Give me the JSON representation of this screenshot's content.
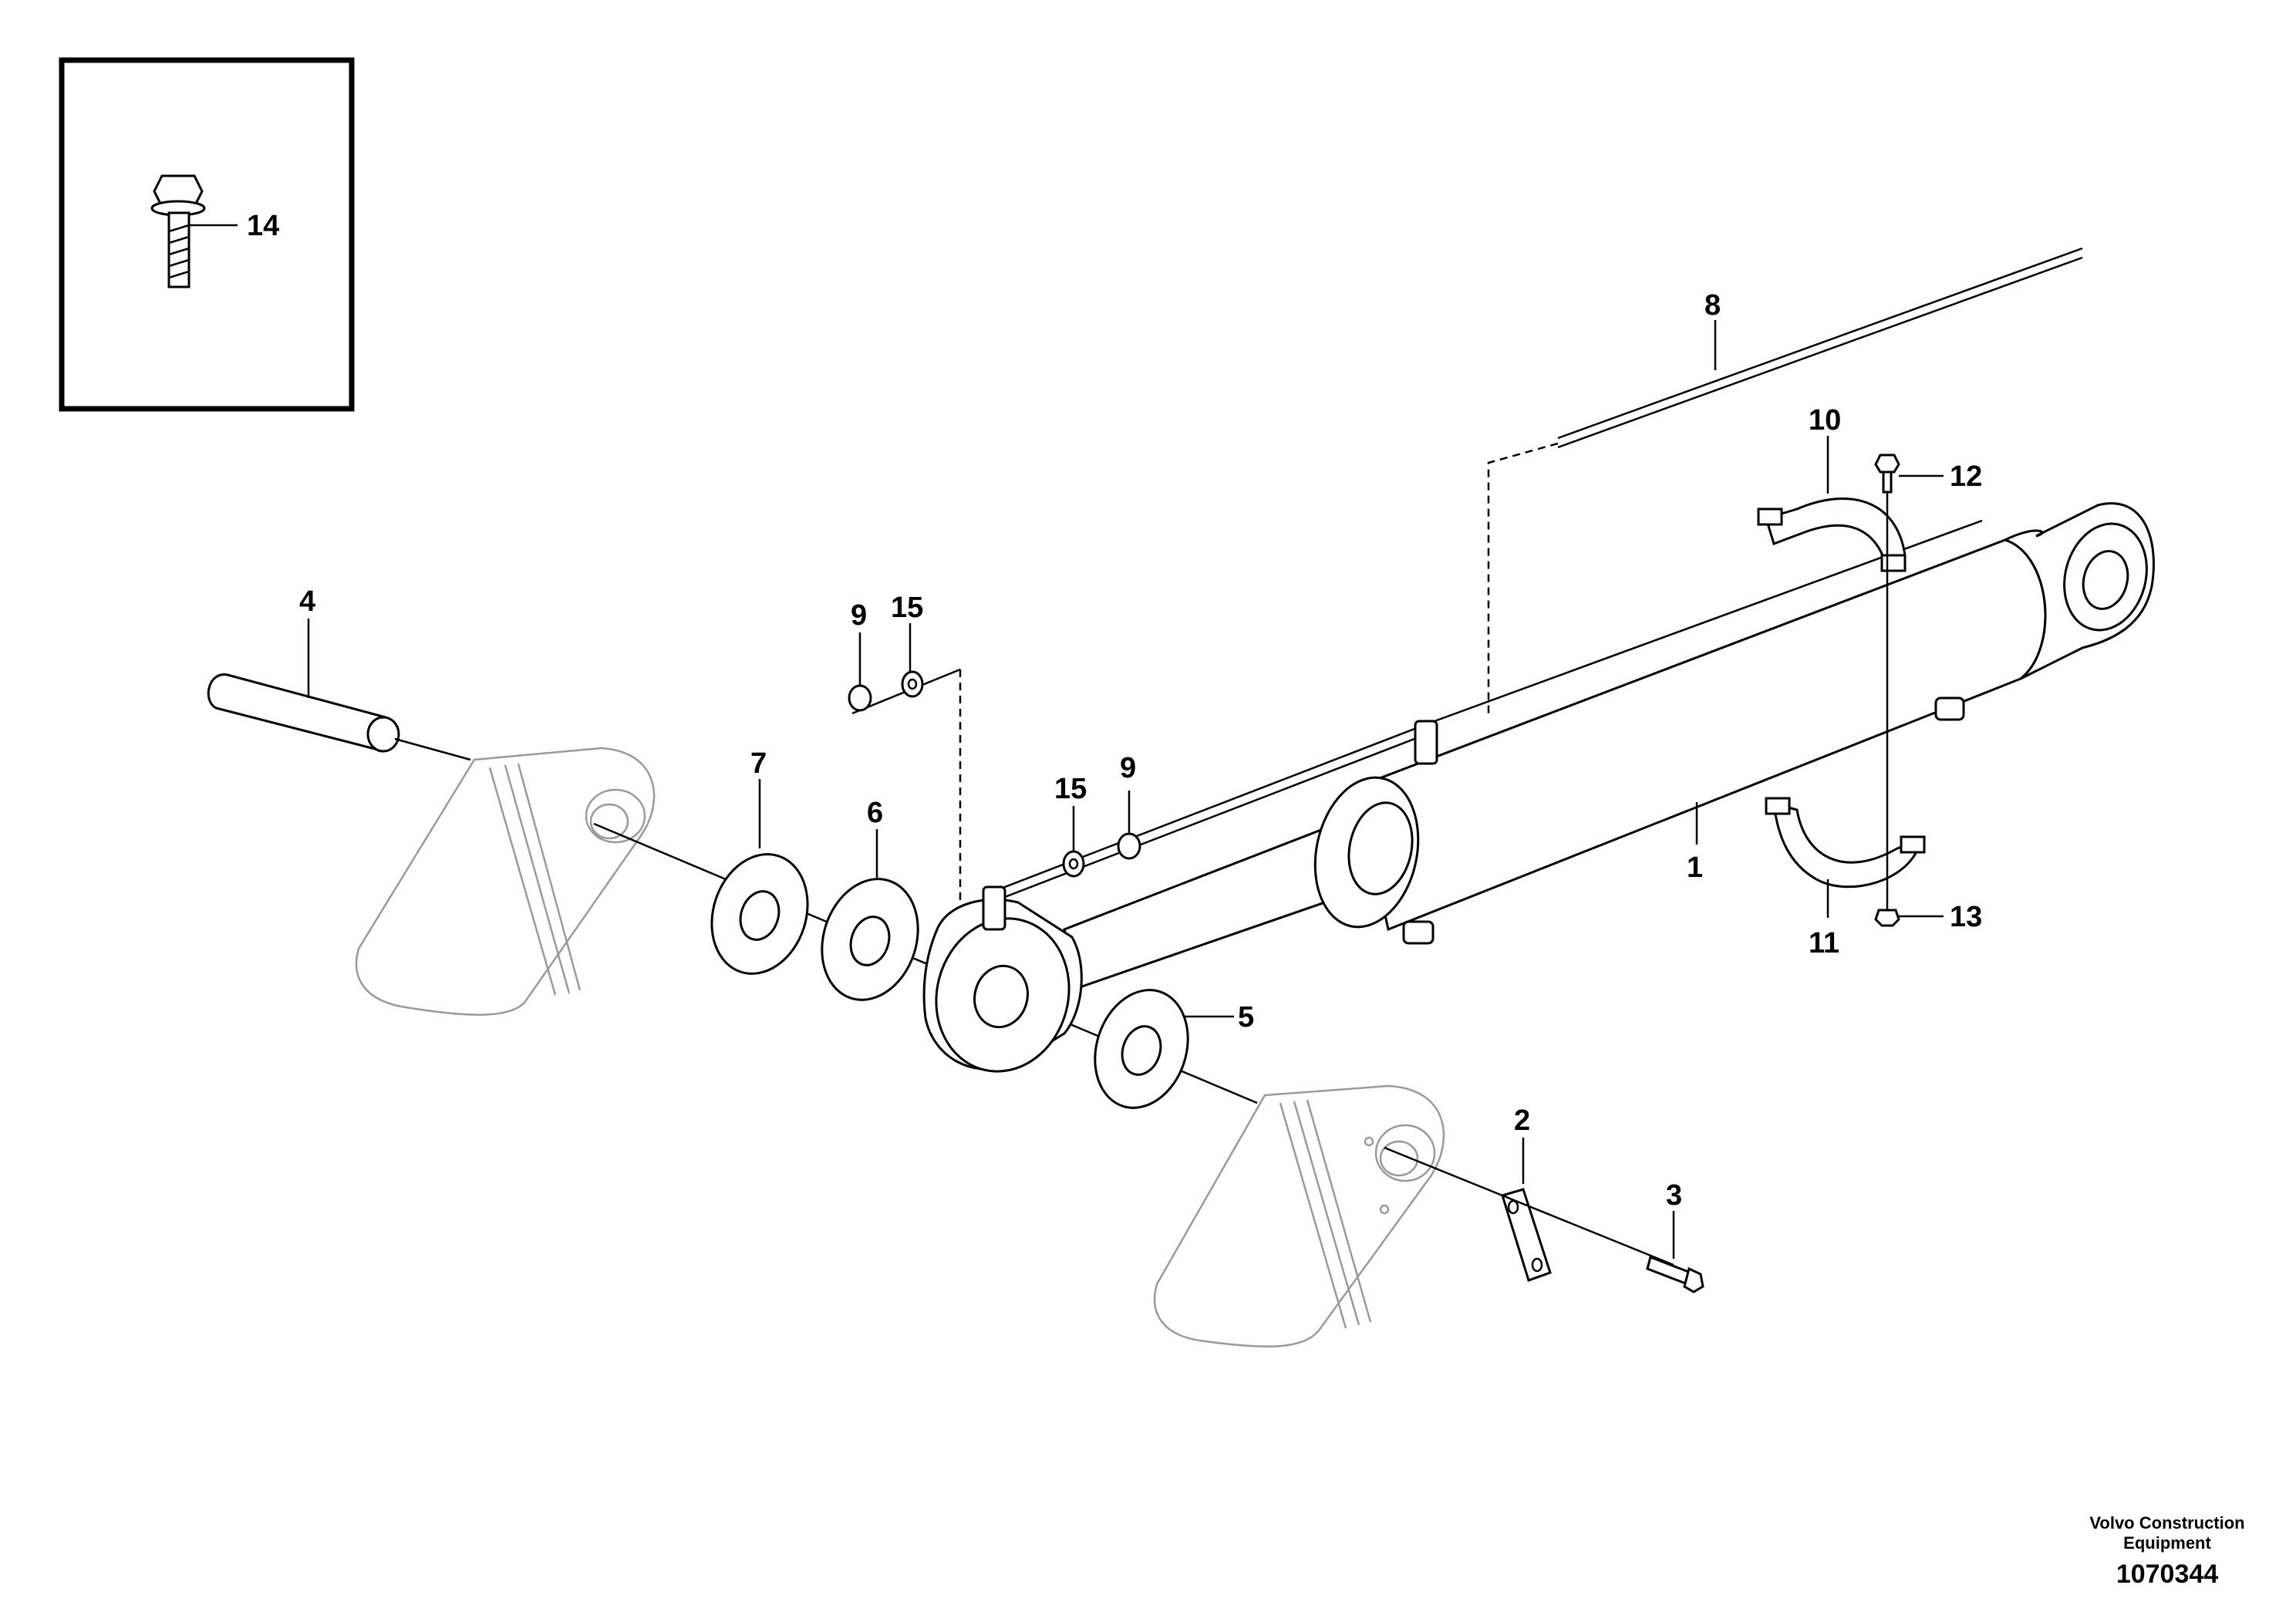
{
  "diagram": {
    "callouts": {
      "c1": "1",
      "c2": "2",
      "c3": "3",
      "c4": "4",
      "c5": "5",
      "c6": "6",
      "c7": "7",
      "c8": "8",
      "c9a": "9",
      "c9b": "9",
      "c10": "10",
      "c11": "11",
      "c12": "12",
      "c13": "13",
      "c14": "14",
      "c15a": "15",
      "c15b": "15"
    },
    "inset": {
      "callout": "14"
    },
    "footer": {
      "line1": "Volvo Construction",
      "line2": "Equipment",
      "drawing_number": "1070344"
    }
  },
  "colors": {
    "line": "#000000",
    "ghost_line": "#9a9a9a",
    "background": "#ffffff"
  }
}
